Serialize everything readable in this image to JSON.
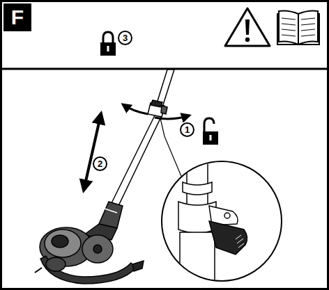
{
  "diagram": {
    "nodes": [
      {
        "text": [
          "F"
        ]
      },
      {
        "text": [
          "3"
        ]
      },
      {
        "text": [
          "1"
        ]
      },
      {
        "text": [
          "2"
        ]
      }
    ]
  }
}
